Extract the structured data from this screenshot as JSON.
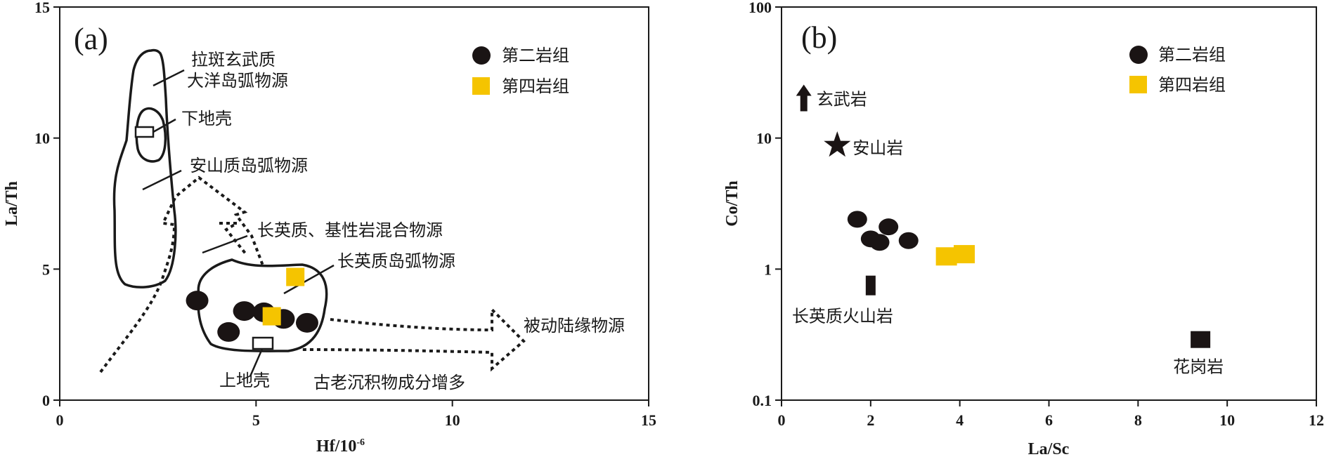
{
  "colors": {
    "ink": "#1a1a1a",
    "group2": "#1a1414",
    "group4": "#f5c400"
  },
  "chart_data": [
    {
      "type": "scatter",
      "panel_label": "(a)",
      "xlabel": "Hf/10",
      "xlabel_sup": "-6",
      "ylabel": "La/Th",
      "xlim": [
        0,
        15
      ],
      "ylim": [
        0,
        15
      ],
      "xticks": [
        "0",
        "5",
        "10",
        "15"
      ],
      "yticks": [
        "0",
        "5",
        "10",
        "15"
      ],
      "legend_position": "top-right",
      "series": [
        {
          "name": "第二岩组",
          "marker": "circle",
          "points": [
            [
              3.5,
              3.8
            ],
            [
              4.3,
              2.6
            ],
            [
              4.7,
              3.4
            ],
            [
              5.2,
              3.35
            ],
            [
              5.7,
              3.1
            ],
            [
              6.3,
              2.95
            ]
          ]
        },
        {
          "name": "第四岩组",
          "marker": "square",
          "points": [
            [
              5.4,
              3.2
            ],
            [
              6.0,
              4.7
            ]
          ]
        }
      ],
      "annotations": [
        {
          "text": "拉斑玄武质"
        },
        {
          "text": "大洋岛弧物源"
        },
        {
          "text": "下地壳"
        },
        {
          "text": "安山质岛弧物源"
        },
        {
          "text": "长英质、基性岩混合物源"
        },
        {
          "text": "长英质岛弧物源"
        },
        {
          "text": "被动陆缘物源"
        },
        {
          "text": "上地壳"
        },
        {
          "text": "古老沉积物成分增多"
        }
      ]
    },
    {
      "type": "scatter",
      "panel_label": "(b)",
      "xlabel": "La/Sc",
      "ylabel": "Co/Th",
      "xlim": [
        0,
        12
      ],
      "ylim": [
        0.1,
        100
      ],
      "yscale": "log",
      "xticks": [
        "0",
        "2",
        "4",
        "6",
        "8",
        "10",
        "12"
      ],
      "yticks": [
        "0.1",
        "1",
        "10",
        "100"
      ],
      "legend_position": "top-right",
      "series": [
        {
          "name": "第二岩组",
          "marker": "circle",
          "points": [
            [
              1.7,
              2.4
            ],
            [
              2.0,
              1.7
            ],
            [
              2.2,
              1.6
            ],
            [
              2.4,
              2.1
            ],
            [
              2.85,
              1.65
            ]
          ]
        },
        {
          "name": "第四岩组",
          "marker": "square",
          "points": [
            [
              3.7,
              1.25
            ],
            [
              4.1,
              1.3
            ]
          ]
        }
      ],
      "references": [
        {
          "text": "玄武岩",
          "marker": "arrow-up",
          "x": 0.5,
          "y": 20
        },
        {
          "text": "安山岩",
          "marker": "star",
          "x": 1.25,
          "y": 8.8
        },
        {
          "text": "长英质火山岩",
          "marker": "bar",
          "x": 2.0,
          "y": 0.75
        },
        {
          "text": "花岗岩",
          "marker": "square-black",
          "x": 9.4,
          "y": 0.29
        }
      ]
    }
  ]
}
